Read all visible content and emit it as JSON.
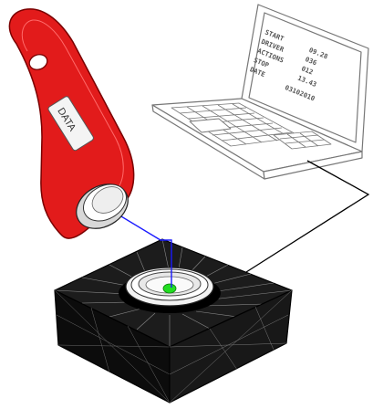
{
  "fob": {
    "label": "DATA",
    "body_color": "#e21b1b",
    "outline_color": "#7a0000"
  },
  "laptop": {
    "screen_rows": [
      {
        "key": "START",
        "value": "09.28"
      },
      {
        "key": "DRIVER",
        "value": "036"
      },
      {
        "key": "ACTIONS",
        "value": "012"
      },
      {
        "key": "STOP",
        "value": "13.43"
      },
      {
        "key": "DATE",
        "value": "03102010"
      }
    ],
    "line_color": "#777777"
  },
  "reader": {
    "led_color": "#22dd22",
    "body_color": "#111111"
  },
  "signal": {
    "line_color": "#1a1aff"
  },
  "cable": {
    "line_color": "#000000"
  }
}
